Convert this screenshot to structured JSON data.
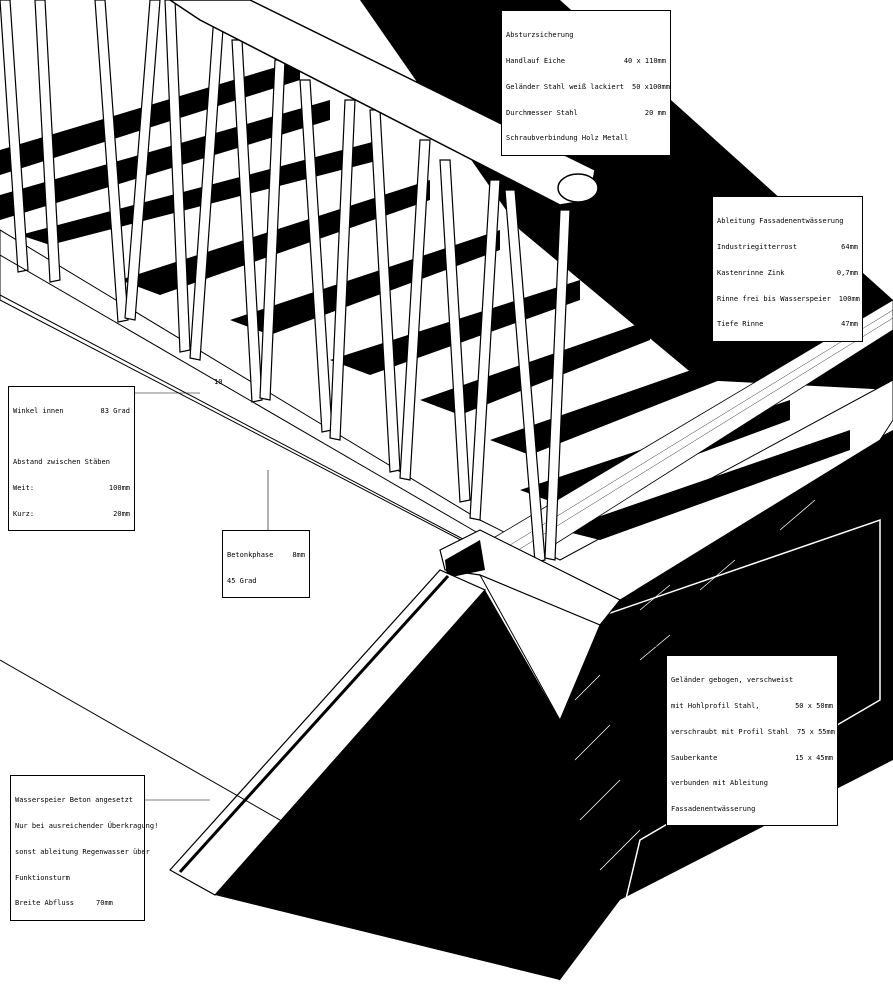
{
  "notes": {
    "absturz": {
      "title": "Absturzsicherung",
      "rows": [
        {
          "label": "Handlauf Eiche",
          "value": "40 x 110mm"
        },
        {
          "label": "Geländer Stahl weiß lackiert",
          "value": "50 x100mm"
        },
        {
          "label": "Durchmesser Stahl",
          "value": "20 mm"
        },
        {
          "label": "Schraubverbindung Holz Metall",
          "value": ""
        }
      ]
    },
    "ableitung": {
      "title": "Ableitung Fassadenentwässerung",
      "rows": [
        {
          "label": "Industriegitterrost",
          "value": "64mm"
        },
        {
          "label": "Kastenrinne Zink",
          "value": "0,7mm"
        },
        {
          "label": "Rinne frei bis Wasserspeier",
          "value": "100mm"
        },
        {
          "label": "Tiefe Rinne",
          "value": "47mm"
        }
      ]
    },
    "winkel": {
      "row1": {
        "label": "Winkel innen",
        "value": "83 Grad"
      },
      "heading": "Abstand zwischen Stäben",
      "rows": [
        {
          "label": "Weit:",
          "value": "100mm"
        },
        {
          "label": "Kurz:",
          "value": "20mm"
        }
      ]
    },
    "beton": {
      "row1": {
        "label": "Betonkphase",
        "value": "8mm"
      },
      "line2": "45 Grad"
    },
    "gelaender": {
      "lines": [
        {
          "label": "Geländer gebogen, verschweist",
          "value": ""
        },
        {
          "label": "mit Hohlprofil Stahl,",
          "value": "50 x 50mm"
        },
        {
          "label": "verschraubt mit Profil Stahl",
          "value": "75 x 55mm"
        },
        {
          "label": "Sauberkante",
          "value": "15 x 45mm"
        },
        {
          "label": "verbunden mit Ableitung",
          "value": ""
        },
        {
          "label": "Fassadenentwässerung",
          "value": ""
        }
      ]
    },
    "wasserspeier": {
      "lines": [
        "Wasserspeier Beton angesetzt",
        "Nur bei ausreichender Überkragung!",
        "sonst ableitung Regenwasser über",
        "Funktionsturm"
      ],
      "last": {
        "label": "Breite Abfluss",
        "value": "70mm"
      }
    }
  },
  "dimension_label": "10",
  "colors": {
    "ink": "#000000",
    "paper": "#ffffff"
  }
}
